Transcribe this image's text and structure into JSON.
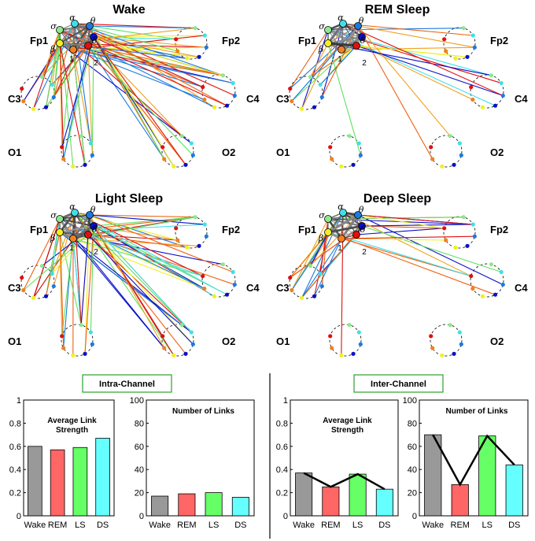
{
  "figure": {
    "channels": [
      "Fp1",
      "Fp2",
      "C3",
      "C4",
      "O1",
      "O2"
    ],
    "bands": [
      "σ",
      "α",
      "θ",
      "δ",
      "β"
    ],
    "node_numbers": [
      "1",
      "2"
    ],
    "node_colors": [
      "#8ee88e",
      "#40e0e8",
      "#1a7ae0",
      "#0a10c8",
      "#f0f020",
      "#f08020",
      "#e01010"
    ],
    "panels": [
      {
        "title": "Wake"
      },
      {
        "title": "REM Sleep"
      },
      {
        "title": "Light Sleep"
      },
      {
        "title": "Deep Sleep"
      }
    ]
  },
  "section_labels": {
    "intra": "Intra-Channel",
    "inter": "Inter-Channel"
  },
  "chart_data": [
    {
      "type": "bar",
      "title": "Average Link Strength",
      "group": "Intra-Channel",
      "categories": [
        "Wake",
        "REM",
        "LS",
        "DS"
      ],
      "values": [
        0.6,
        0.57,
        0.59,
        0.67
      ],
      "ylim": [
        0,
        1
      ],
      "yticks": [
        "0",
        "0.2",
        "0.4",
        "0.6",
        "0.8",
        "1"
      ],
      "trend_line": false,
      "colors": [
        "#999999",
        "#ff6666",
        "#66ff66",
        "#66ffff"
      ]
    },
    {
      "type": "bar",
      "title": "Number of Links",
      "group": "Intra-Channel",
      "categories": [
        "Wake",
        "REM",
        "LS",
        "DS"
      ],
      "values": [
        17,
        19,
        20,
        16
      ],
      "ylim": [
        0,
        100
      ],
      "yticks": [
        "0",
        "20",
        "40",
        "60",
        "80",
        "100"
      ],
      "trend_line": false,
      "colors": [
        "#999999",
        "#ff6666",
        "#66ff66",
        "#66ffff"
      ]
    },
    {
      "type": "bar",
      "title": "Average Link Strength",
      "group": "Inter-Channel",
      "categories": [
        "Wake",
        "REM",
        "LS",
        "DS"
      ],
      "values": [
        0.37,
        0.25,
        0.36,
        0.23
      ],
      "ylim": [
        0,
        1
      ],
      "yticks": [
        "0",
        "0.2",
        "0.4",
        "0.6",
        "0.8",
        "1"
      ],
      "trend_line": true,
      "colors": [
        "#999999",
        "#ff6666",
        "#66ff66",
        "#66ffff"
      ]
    },
    {
      "type": "bar",
      "title": "Number of Links",
      "group": "Inter-Channel",
      "categories": [
        "Wake",
        "REM",
        "LS",
        "DS"
      ],
      "values": [
        70,
        27,
        69,
        44
      ],
      "ylim": [
        0,
        100
      ],
      "yticks": [
        "0",
        "20",
        "40",
        "60",
        "80",
        "100"
      ],
      "trend_line": true,
      "colors": [
        "#999999",
        "#ff6666",
        "#66ff66",
        "#66ffff"
      ]
    }
  ]
}
